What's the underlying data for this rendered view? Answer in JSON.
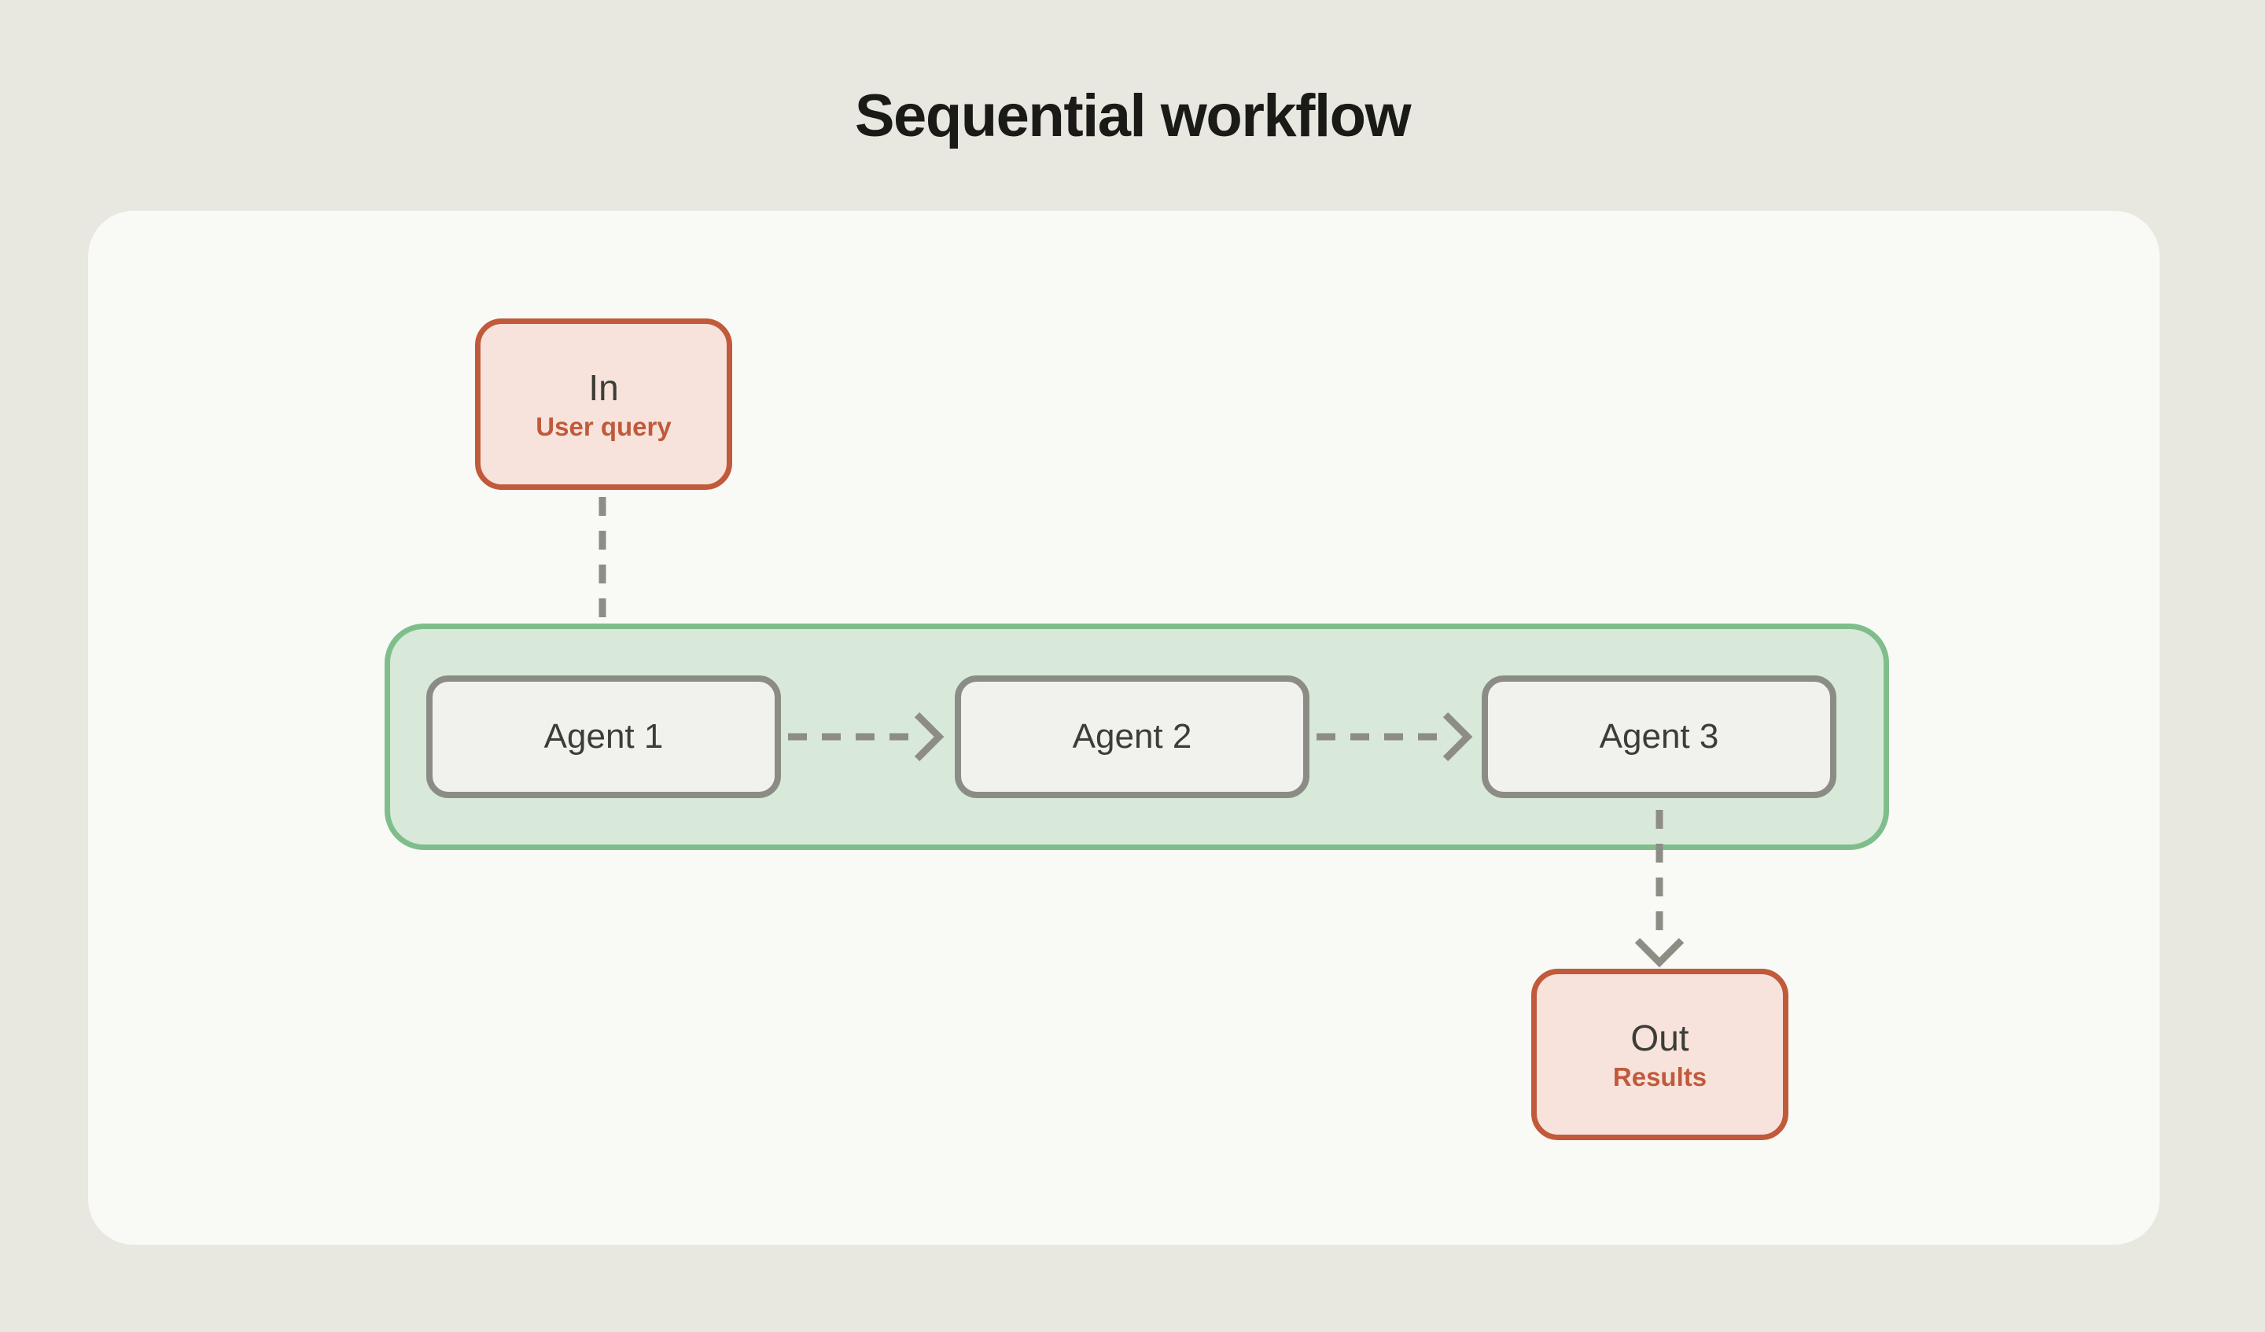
{
  "title": "Sequential workflow",
  "diagram": {
    "input_node": {
      "title": "In",
      "subtitle": "User query"
    },
    "agents": [
      {
        "label": "Agent 1"
      },
      {
        "label": "Agent 2"
      },
      {
        "label": "Agent 3"
      }
    ],
    "output_node": {
      "title": "Out",
      "subtitle": "Results"
    },
    "edges": [
      {
        "from": "In",
        "to": "Agent 1",
        "style": "dashed-arrow"
      },
      {
        "from": "Agent 1",
        "to": "Agent 2",
        "style": "dashed-arrow"
      },
      {
        "from": "Agent 2",
        "to": "Agent 3",
        "style": "dashed-arrow"
      },
      {
        "from": "Agent 3",
        "to": "Out",
        "style": "dashed-arrow"
      }
    ]
  },
  "colors": {
    "page-bg": "#e8e7e0",
    "card-bg": "#f9f9f6",
    "terracotta": "#c05a3b",
    "terracotta-fill": "#f7e3dc",
    "green-border": "#7fbe8b",
    "green-fill": "#d8e9d9",
    "gray-border": "#8c8c86",
    "agent-fill": "#f1f1ed",
    "arrow": "#8d8d86",
    "title-text": "#1a1a17",
    "node-text": "#3d3d38"
  }
}
